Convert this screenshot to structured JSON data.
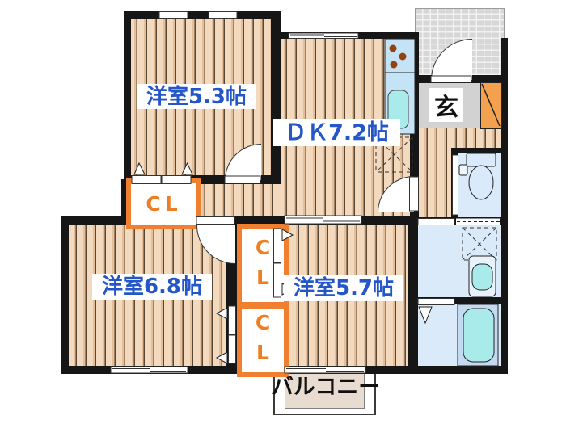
{
  "plan": {
    "title": "apartment-floor-plan",
    "rooms": {
      "room_53": {
        "label": "洋室5.3帖",
        "type": "western-room",
        "size_jo": 5.3
      },
      "dk": {
        "label": "ＤＫ7.2帖",
        "type": "dining-kitchen",
        "size_jo": 7.2
      },
      "room_68": {
        "label": "洋室6.8帖",
        "type": "western-room",
        "size_jo": 6.8
      },
      "room_57": {
        "label": "洋室5.7帖",
        "type": "western-room",
        "size_jo": 5.7
      },
      "genkan": {
        "label": "玄",
        "type": "entrance"
      },
      "balcony": {
        "label": "バルコニー",
        "type": "balcony"
      },
      "closet_53": {
        "label": "CL",
        "type": "closet"
      },
      "closet_57": {
        "label": "CL",
        "type": "closet"
      },
      "closet_68": {
        "label": "CL",
        "type": "closet"
      }
    },
    "colors": {
      "wall": "#161616",
      "room_label_text": "#2456c8",
      "closet_accent": "#f08030",
      "wood_base": "#f3d9be",
      "wood_grain": "#584732",
      "wet_area_floor": "#dbeaf8",
      "fixture_cyan": "#a9ebeb",
      "kitchen_counter": "#c5e3f7",
      "genkan_gray": "#d2d2d2",
      "shoe_cabinet_orange": "#f2a24e",
      "balcony_floor": "#e8dbd0",
      "burner_dot": "#94410f"
    }
  }
}
